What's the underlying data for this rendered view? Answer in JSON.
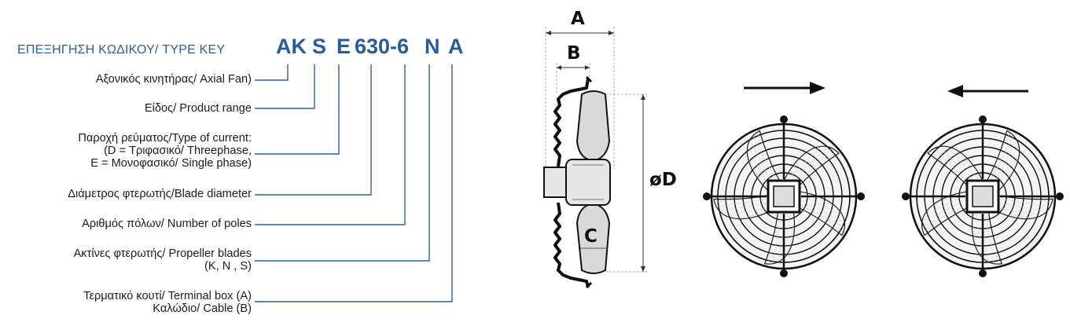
{
  "type_key": {
    "title": "ΕΠΕΞΗΓΗΣΗ ΚΩΔΙΚΟΥ/ TYPE KEY",
    "code_parts": [
      "AK",
      "S",
      "E",
      "630-6",
      "N",
      "A"
    ]
  },
  "labels": {
    "axial_fan": "Αξονικός κινητήρας/ Axial Fan)",
    "product_range": "Είδος/ Product range",
    "current_line1": "Παροχή ρεύματος/Type of current:",
    "current_line2": "(D = Τριφασικό/ Threephase,",
    "current_line3": "E = Μονοφασικό/ Single phase)",
    "blade_diameter": "Διάμετρος φτερωτής/Blade diameter",
    "poles": "Αριθμός πόλων/ Number of poles",
    "blades_line1": "Ακτίνες φτερωτής/ Propeller blades",
    "blades_line2": "(K, N , S)",
    "terminal_line1": "Τερματικό κουτί/ Terminal box (A)",
    "terminal_line2": "Καλώδιο/ Cable (B)"
  },
  "dimensions": {
    "a": "A",
    "b": "B",
    "c": "C",
    "d": "øD"
  },
  "colors": {
    "brand_blue": "#2a5d98",
    "leader_line": "#2f5f9a",
    "drawing": "#111111",
    "fill_gray": "#d9d9d9"
  }
}
